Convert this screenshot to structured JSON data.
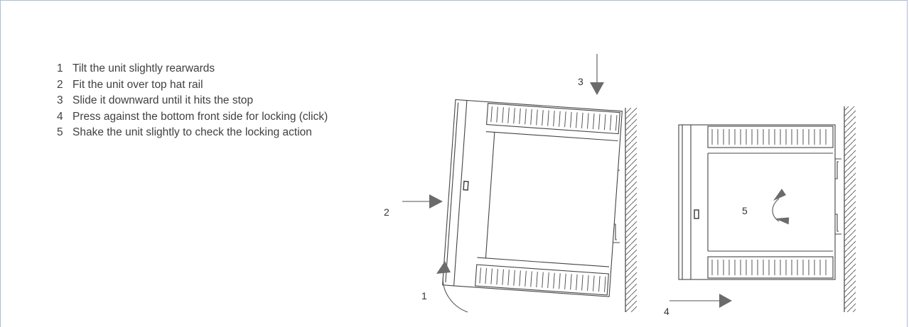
{
  "steps": [
    {
      "num": "1",
      "text": "Tilt the unit slightly rearwards"
    },
    {
      "num": "2",
      "text": "Fit the unit over top hat rail"
    },
    {
      "num": "3",
      "text": "Slide it downward until it hits the stop"
    },
    {
      "num": "4",
      "text": "Press against the bottom front side for locking (click)"
    },
    {
      "num": "5",
      "text": "Shake the unit slightly to check the locking action"
    }
  ],
  "callouts": {
    "c1": "1",
    "c2": "2",
    "c3": "3",
    "c4": "4",
    "c5": "5"
  },
  "colors": {
    "frame": "#a9bfd4",
    "arrow": "#6b6b6b",
    "line": "#444444",
    "text": "#404040"
  }
}
